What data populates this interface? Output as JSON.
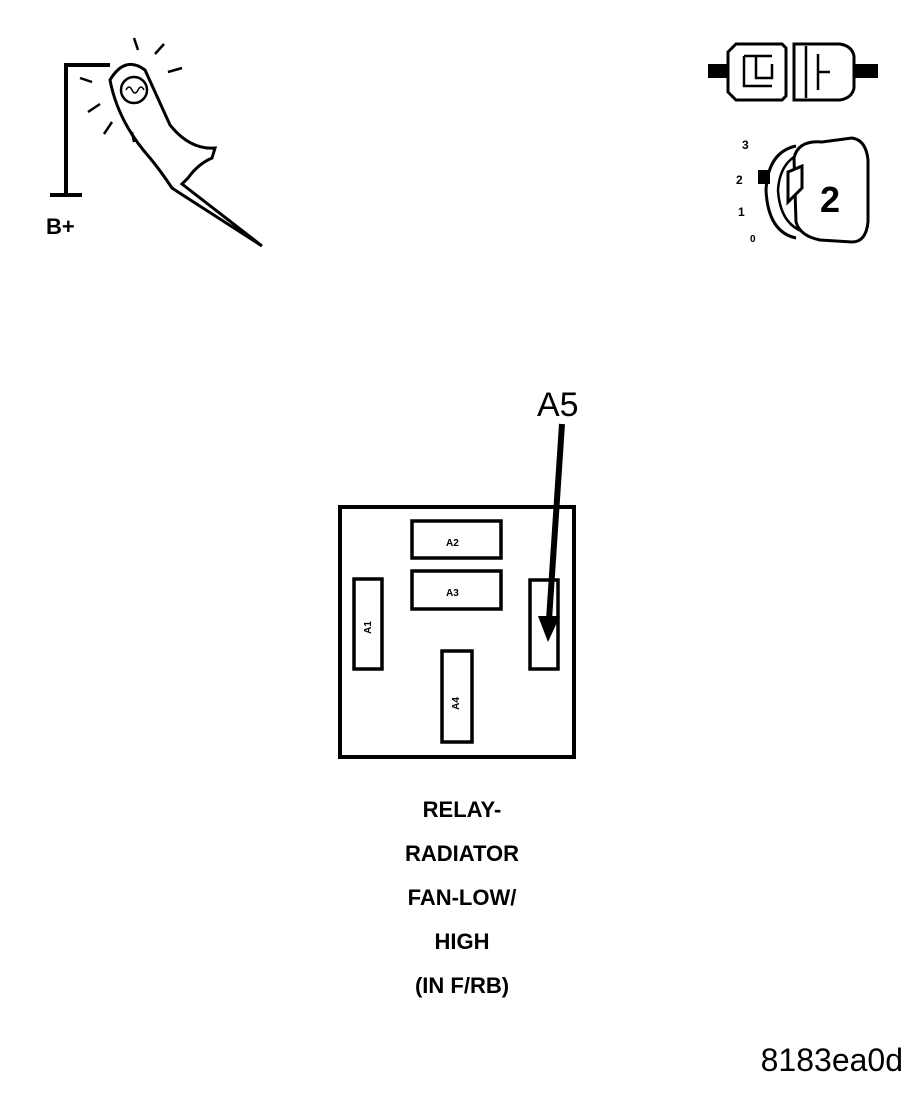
{
  "test_light": {
    "label": "B+"
  },
  "ignition": {
    "position_labels": [
      "3",
      "2",
      "1",
      "0"
    ],
    "selected_position": "2"
  },
  "relay": {
    "cavities": [
      "A1",
      "A2",
      "A3",
      "A4",
      "A5"
    ],
    "callout": "A5",
    "caption_lines": [
      "RELAY-",
      "RADIATOR",
      "FAN-LOW/",
      "HIGH",
      "(IN F/RB)"
    ]
  },
  "figure_id": "8183ea0d"
}
